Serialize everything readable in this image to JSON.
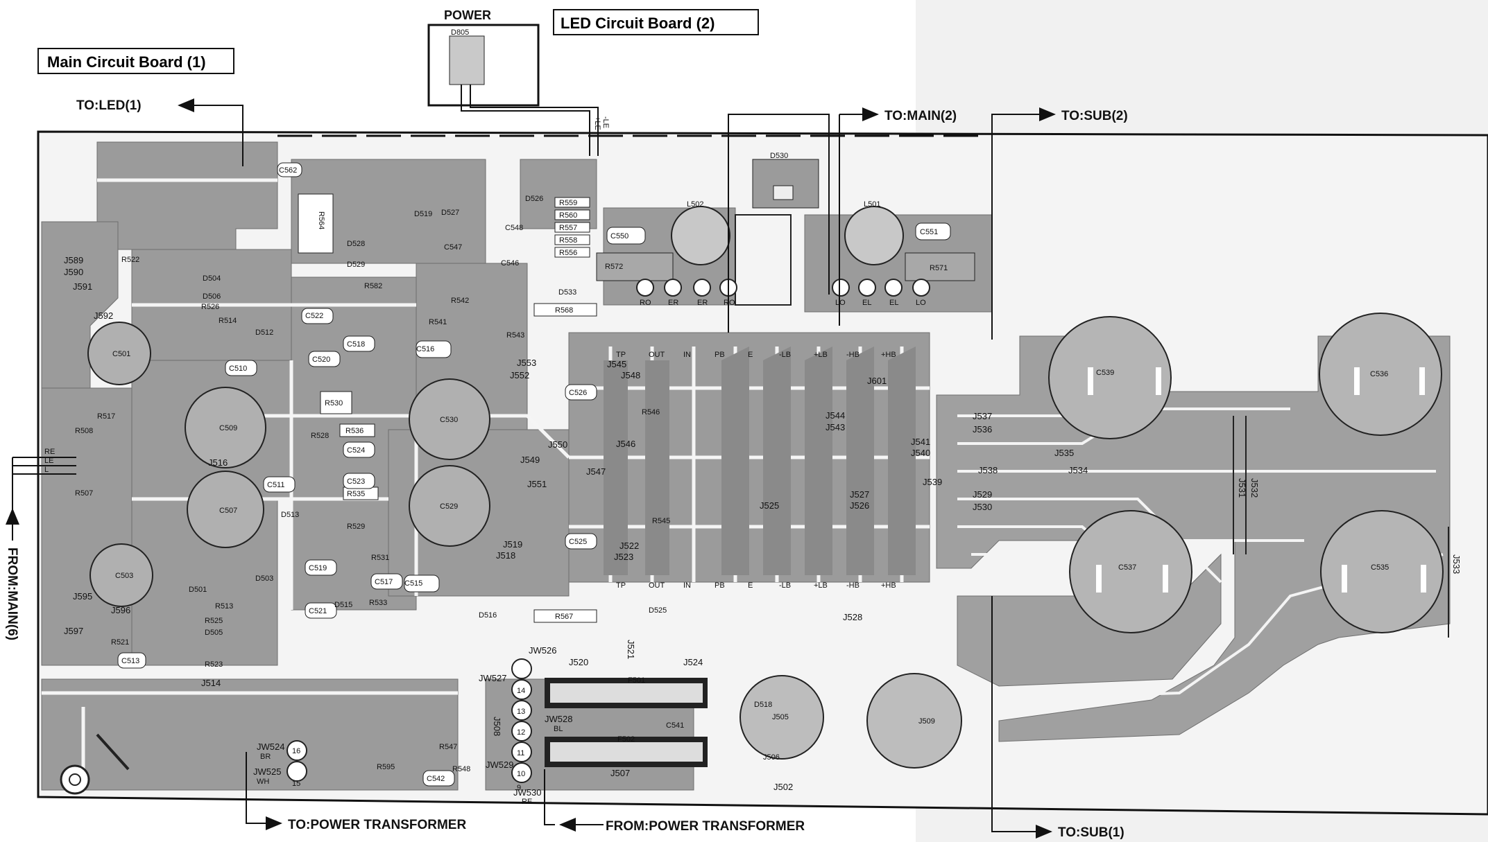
{
  "titles": {
    "main_board": "Main Circuit Board (1)",
    "led_board": "LED Circuit Board (2)",
    "power": "POWER",
    "d805": "D805"
  },
  "connections": {
    "to_led1": "TO:LED(1)",
    "to_main2": "TO:MAIN(2)",
    "to_sub2": "TO:SUB(2)",
    "to_sub1": "TO:SUB(1)",
    "from_main6": "FROM:MAIN(6)",
    "to_power_transformer": "TO:POWER TRANSFORMER",
    "from_power_transformer": "FROM:POWER TRANSFORMER"
  },
  "led_wires": [
    "+LE",
    "-LE"
  ],
  "side_pins": [
    "RE",
    "LE",
    "L"
  ],
  "big_capacitors": [
    "C539",
    "C536",
    "C537",
    "C535",
    "C530",
    "C529",
    "C509",
    "C507",
    "C503",
    "C501"
  ],
  "capacitors": [
    "C550",
    "C551",
    "C548",
    "C547",
    "C546",
    "C516",
    "C515",
    "C518",
    "C520",
    "C522",
    "C523",
    "C524",
    "C525",
    "C526",
    "C517",
    "C519",
    "C521",
    "C510",
    "C511",
    "C513",
    "C541",
    "C542",
    "C562"
  ],
  "resistors": [
    "R559",
    "R560",
    "R557",
    "R558",
    "R556",
    "R572",
    "R571",
    "R568",
    "R567",
    "R564",
    "R530",
    "R535",
    "R536",
    "R546",
    "R545",
    "R543",
    "R541",
    "R542",
    "R522",
    "R526",
    "R514",
    "R513",
    "R525",
    "R523",
    "R521",
    "R508",
    "R507",
    "R517",
    "R529",
    "R531",
    "R528",
    "R533",
    "R547",
    "R548",
    "R595",
    "R582"
  ],
  "diodes": [
    "D530",
    "D533",
    "D526",
    "D527",
    "D528",
    "D529",
    "D504",
    "D506",
    "D505",
    "D503",
    "D512",
    "D513",
    "D515",
    "D516",
    "D525",
    "D518",
    "D519",
    "D501"
  ],
  "inductors": [
    "L502",
    "L501"
  ],
  "fuses": [
    "F501",
    "F502"
  ],
  "bridges": [
    "J505",
    "J506",
    "J509"
  ],
  "transistor_pins": [
    "TP",
    "OUT",
    "IN",
    "PB",
    "E",
    "-LB",
    "+LB",
    "-HB",
    "+HB"
  ],
  "speaker_pins": [
    "RO",
    "ER",
    "RO",
    "LO",
    "EL",
    "LO"
  ],
  "jumpers_right": [
    "J537",
    "J536",
    "J535",
    "J534",
    "J538",
    "J541",
    "J540",
    "J539",
    "J529",
    "J530",
    "J531",
    "J532",
    "J533"
  ],
  "jumpers_mid": [
    "J544",
    "J543",
    "J545",
    "J546",
    "J547",
    "J548",
    "J549",
    "J550",
    "J551",
    "J552",
    "J553",
    "J522",
    "J523",
    "J519",
    "J518",
    "J527",
    "J526",
    "J525",
    "J601",
    "J528"
  ],
  "jumpers_bottom": [
    "J520",
    "J521",
    "J524",
    "J502",
    "J507",
    "J508",
    "J514",
    "J516",
    "J591",
    "J592",
    "J595",
    "J596",
    "J597",
    "J589",
    "J590"
  ],
  "wires": [
    {
      "id": "JW524",
      "color": "BR"
    },
    {
      "id": "JW525",
      "color": "WH"
    },
    {
      "id": "JW526",
      "color": ""
    },
    {
      "id": "JW527",
      "color": ""
    },
    {
      "id": "JW528",
      "color": "BL"
    },
    {
      "id": "JW529",
      "color": ""
    },
    {
      "id": "JW530",
      "color": "RE"
    }
  ],
  "conn_numbers": [
    "16",
    "15",
    "14",
    "13",
    "12",
    "11",
    "10",
    "9"
  ],
  "colors": {
    "copper": "#9b9b9b",
    "board": "#e9e9e9",
    "ink": "#111111"
  }
}
